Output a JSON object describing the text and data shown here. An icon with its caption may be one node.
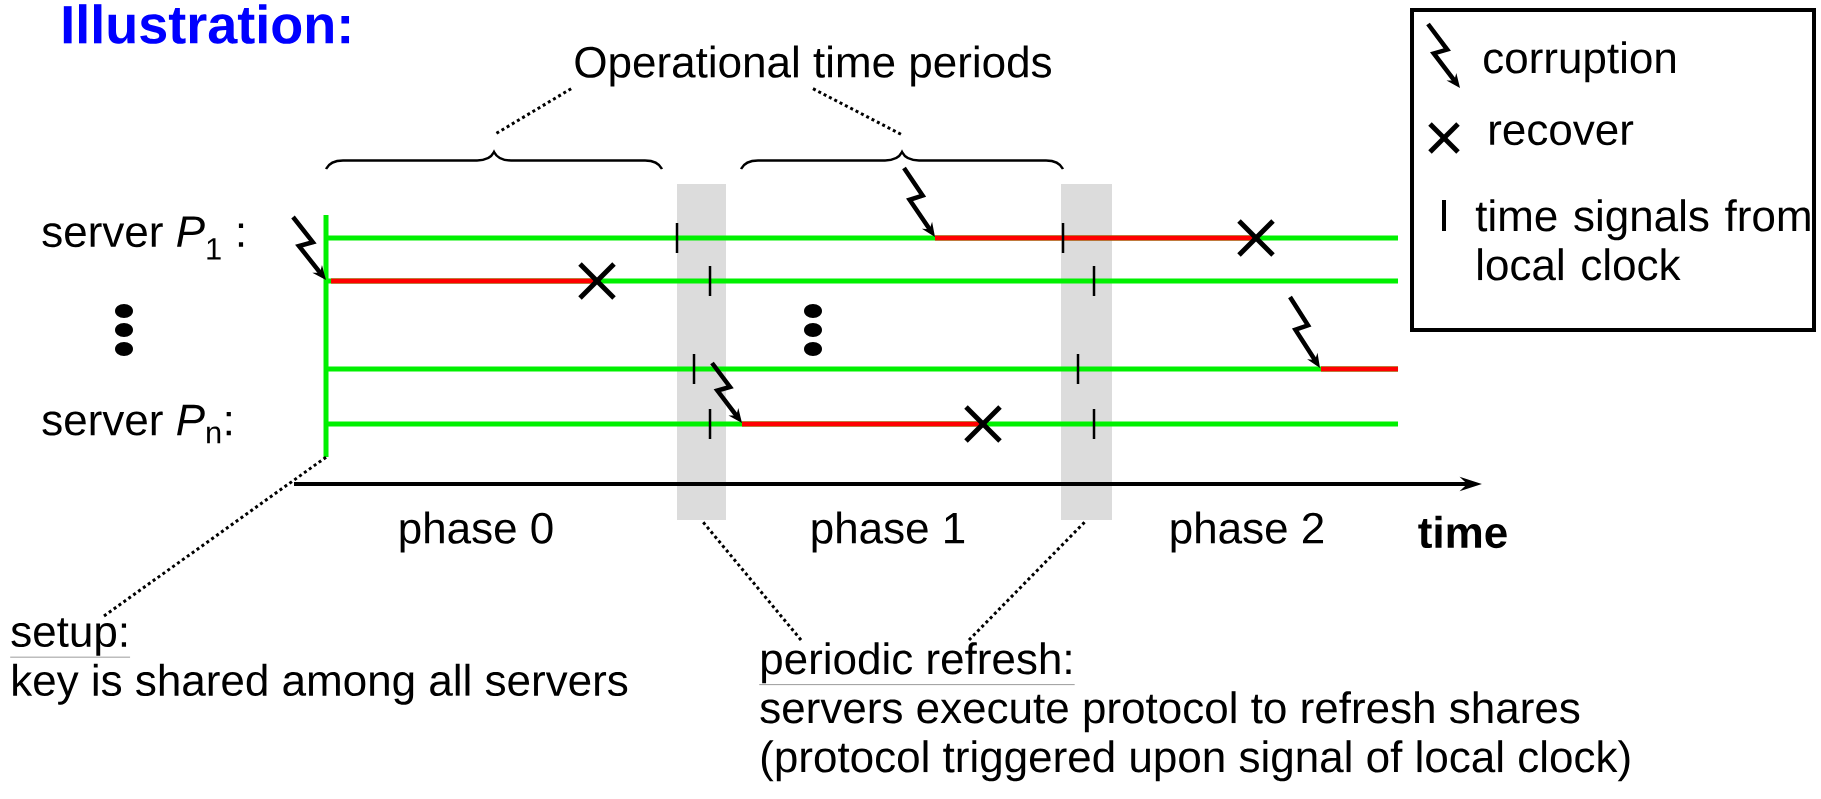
{
  "diagram": {
    "title": "Illustration:",
    "nodes": [
      {
        "text": [
          "Operational time periods"
        ]
      },
      {
        "text": [],
        "shape": "brace"
      },
      {
        "text": [],
        "shape": "brace"
      },
      {
        "text": [],
        "shape": "bar"
      },
      {
        "text": [],
        "shape": "bar"
      },
      {
        "text": [],
        "shape": "bar"
      },
      {
        "text": [
          "setup:",
          "key is shared among all servers"
        ]
      },
      {
        "text": [
          "periodic refresh:",
          "servers execute protocol to refresh shares",
          "(protocol triggered upon signal of local clock)"
        ]
      }
    ],
    "edges": [
      {
        "from": 0,
        "to": 1,
        "arrow": "none"
      },
      {
        "from": 0,
        "to": 2,
        "arrow": "none"
      },
      {
        "from": 6,
        "to": 3,
        "arrow": "none"
      },
      {
        "from": 7,
        "to": 4,
        "arrow": "none"
      },
      {
        "from": 7,
        "to": 5,
        "arrow": "none"
      }
    ],
    "labels": [
      "server *P*$_{1}$ :",
      "server *P*$_{n}$:",
      "phase 0",
      "phase 1",
      "phase 2",
      "time"
    ],
    "legend": [
      {
        "text": "corruption"
      },
      {
        "text": "recover"
      },
      {
        "text": "time signals from local clock"
      }
    ]
  }
}
